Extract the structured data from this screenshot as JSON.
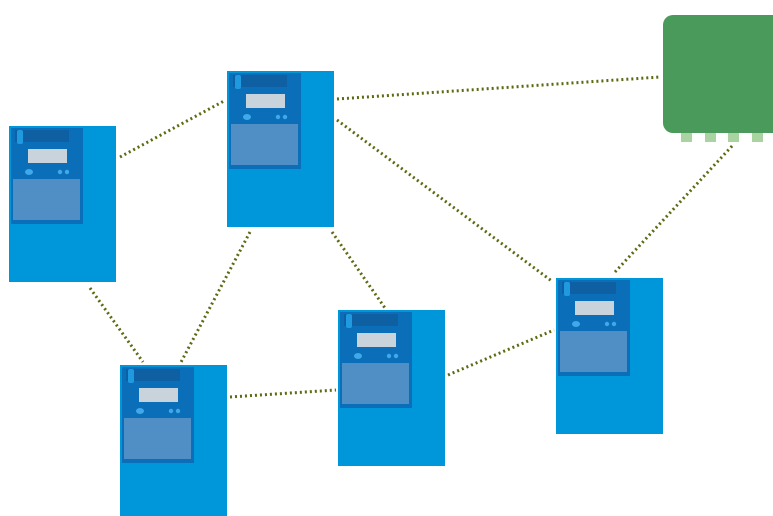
{
  "colors": {
    "background": "#ffffff",
    "meter_body": "#0096da",
    "meter_panel": "#0a6fb8",
    "meter_display": "#c9d3dc",
    "meter_window": "#4f8fc6",
    "connection_line": "#5e6a12",
    "hub_body": "#4a9a5c",
    "hub_ports": "#a9d3a0"
  },
  "diagram": {
    "line_style": "dotted",
    "meters": [
      {
        "id": "meter-1",
        "icon": "smart-meter-icon"
      },
      {
        "id": "meter-2",
        "icon": "smart-meter-icon"
      },
      {
        "id": "meter-3",
        "icon": "smart-meter-icon"
      },
      {
        "id": "meter-4",
        "icon": "smart-meter-icon"
      },
      {
        "id": "meter-5",
        "icon": "smart-meter-icon"
      },
      {
        "id": "meter-6",
        "icon": "smart-meter-icon"
      }
    ],
    "hub": {
      "id": "hub",
      "icon": "hub-gateway-icon"
    },
    "connections": [
      {
        "from": "meter-1",
        "to": "meter-2"
      },
      {
        "from": "meter-2",
        "to": "hub"
      },
      {
        "from": "meter-2",
        "to": "meter-4"
      },
      {
        "from": "meter-2",
        "to": "meter-5"
      },
      {
        "from": "meter-2",
        "to": "meter-6"
      },
      {
        "from": "meter-1",
        "to": "meter-5"
      },
      {
        "from": "meter-5",
        "to": "meter-4"
      },
      {
        "from": "meter-4",
        "to": "meter-6"
      },
      {
        "from": "meter-6",
        "to": "hub"
      }
    ]
  }
}
